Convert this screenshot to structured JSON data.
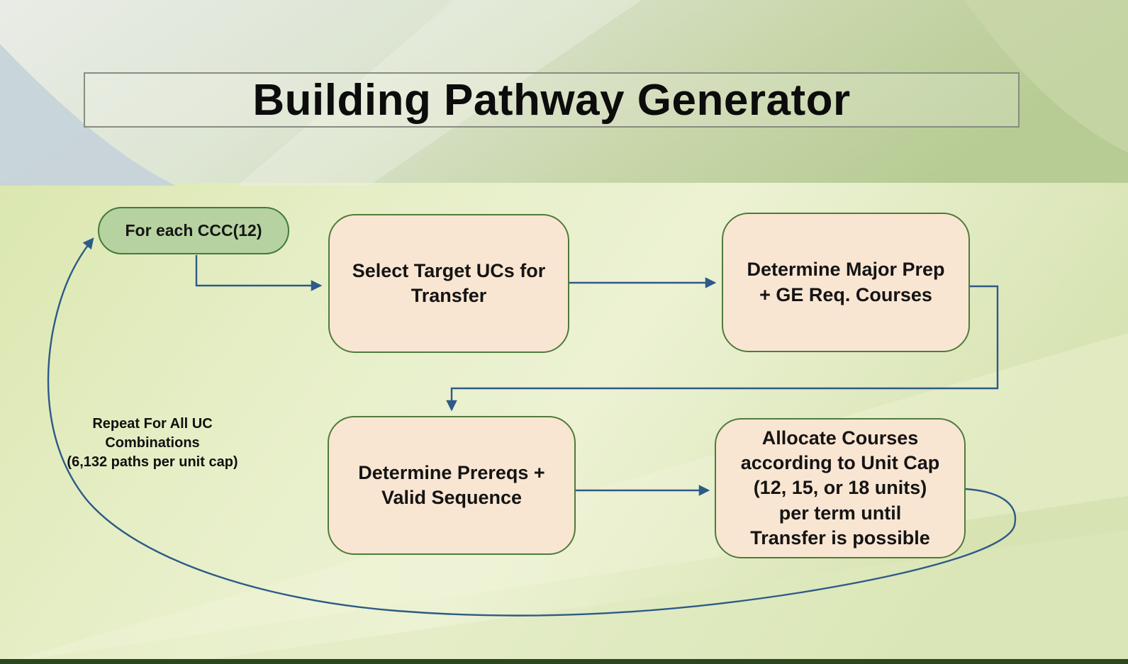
{
  "title": "Building Pathway Generator",
  "nodes": {
    "start": {
      "label": "For each CCC(12)"
    },
    "select": {
      "label": "Select Target UCs for\nTransfer"
    },
    "major": {
      "label": "Determine Major Prep\n+ GE Req. Courses"
    },
    "prereq": {
      "label": "Determine Prereqs +\nValid Sequence"
    },
    "allocate": {
      "label": "Allocate Courses\naccording to Unit Cap\n(12, 15, or 18 units)\nper term until\nTransfer is possible"
    }
  },
  "loop_annotation": {
    "label": "Repeat For All UC\nCombinations\n(6,132 paths per unit cap)"
  },
  "colors": {
    "process_fill": "#f9e6d2",
    "process_border": "#4f7b3a",
    "start_fill": "#b6d2a0",
    "start_border": "#447a38",
    "connector": "#2d5a87",
    "text": "#141414",
    "bottom_bar": "#2b471f"
  }
}
